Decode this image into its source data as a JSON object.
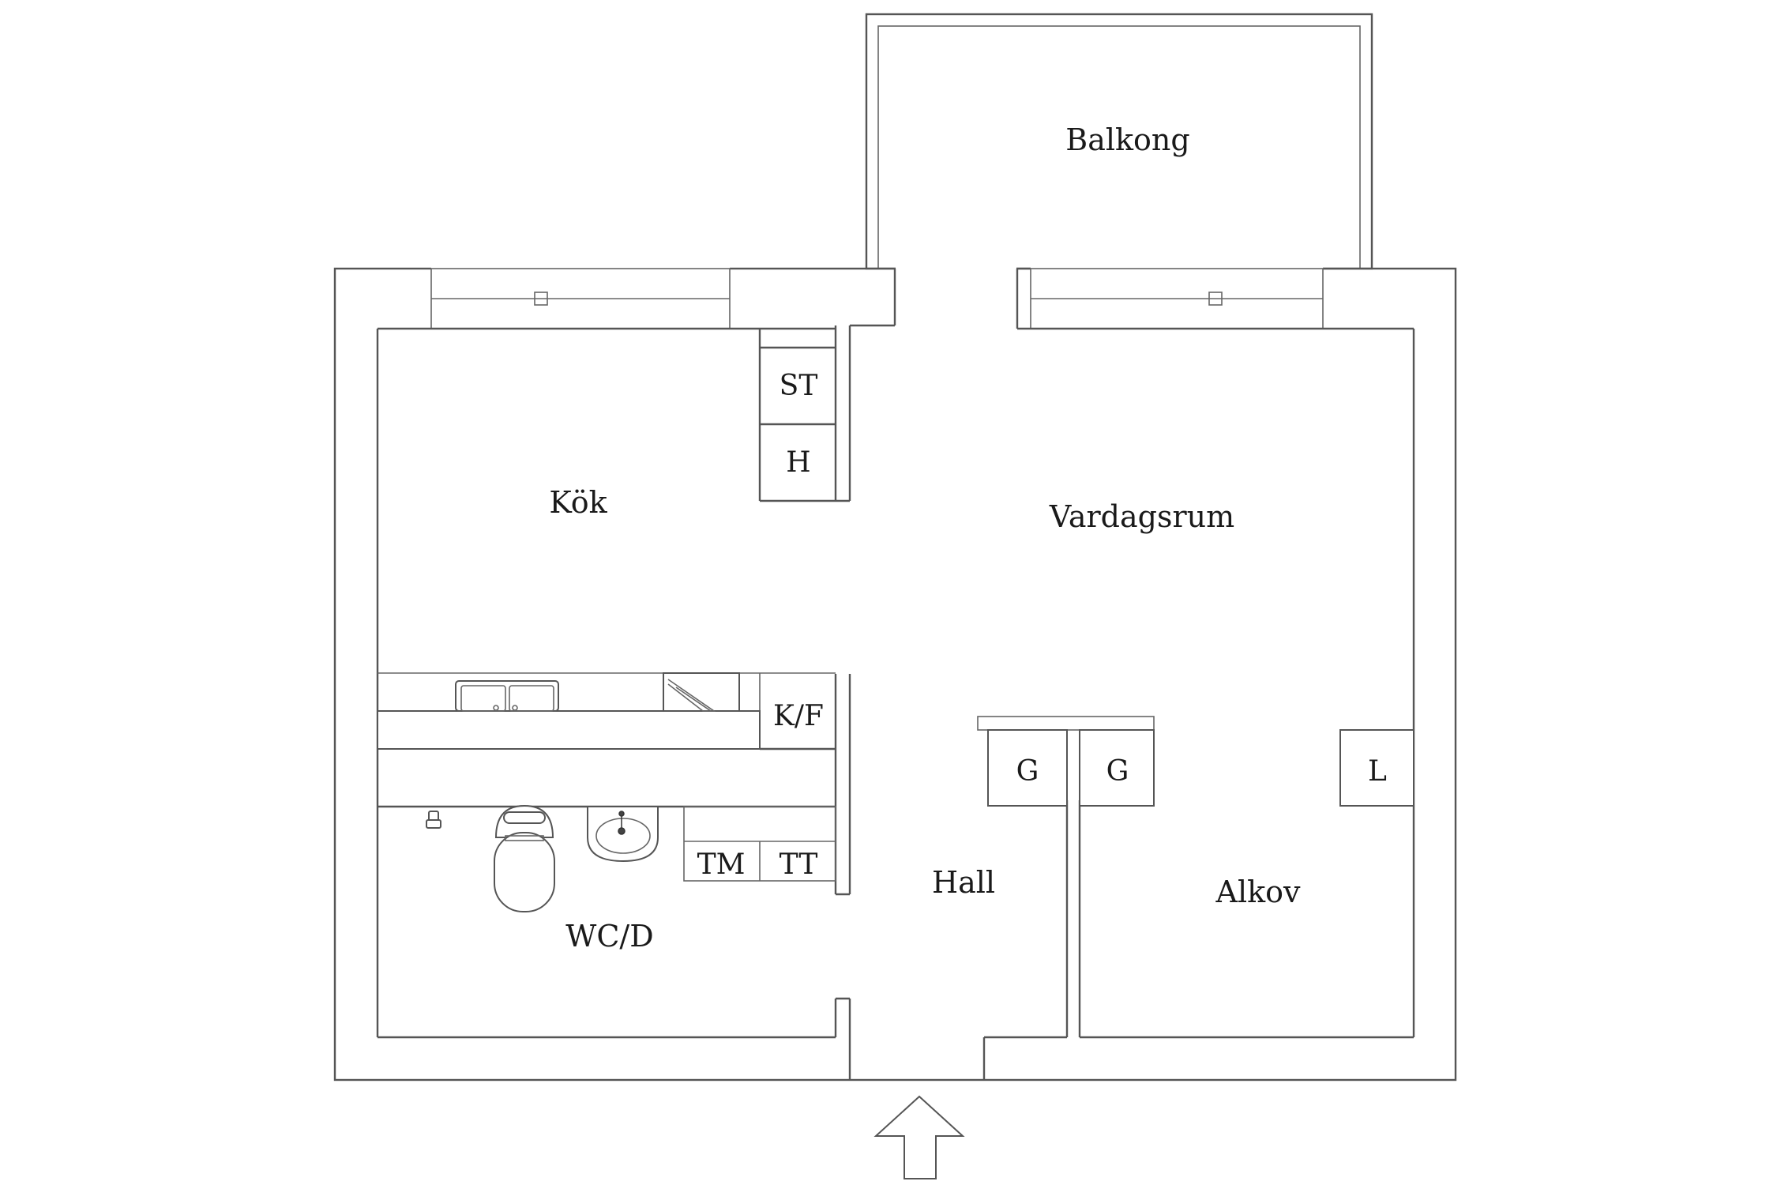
{
  "rooms": {
    "balkong": "Balkong",
    "kok": "Kök",
    "vardagsrum": "Vardagsrum",
    "hall": "Hall",
    "alkov": "Alkov",
    "wcd": "WC/D"
  },
  "fixtures": {
    "st": "ST",
    "h": "H",
    "kf": "K/F",
    "tm": "TM",
    "tt": "TT",
    "g1": "G",
    "g2": "G",
    "l": "L"
  },
  "icons": {
    "entrance": "entrance-arrow-icon",
    "sink": "double-sink-icon",
    "stove": "hob-icon",
    "toilet": "toilet-icon",
    "washbasin": "washbasin-icon",
    "tap": "tap-icon"
  },
  "colors": {
    "line": "#555555",
    "background": "#ffffff"
  }
}
